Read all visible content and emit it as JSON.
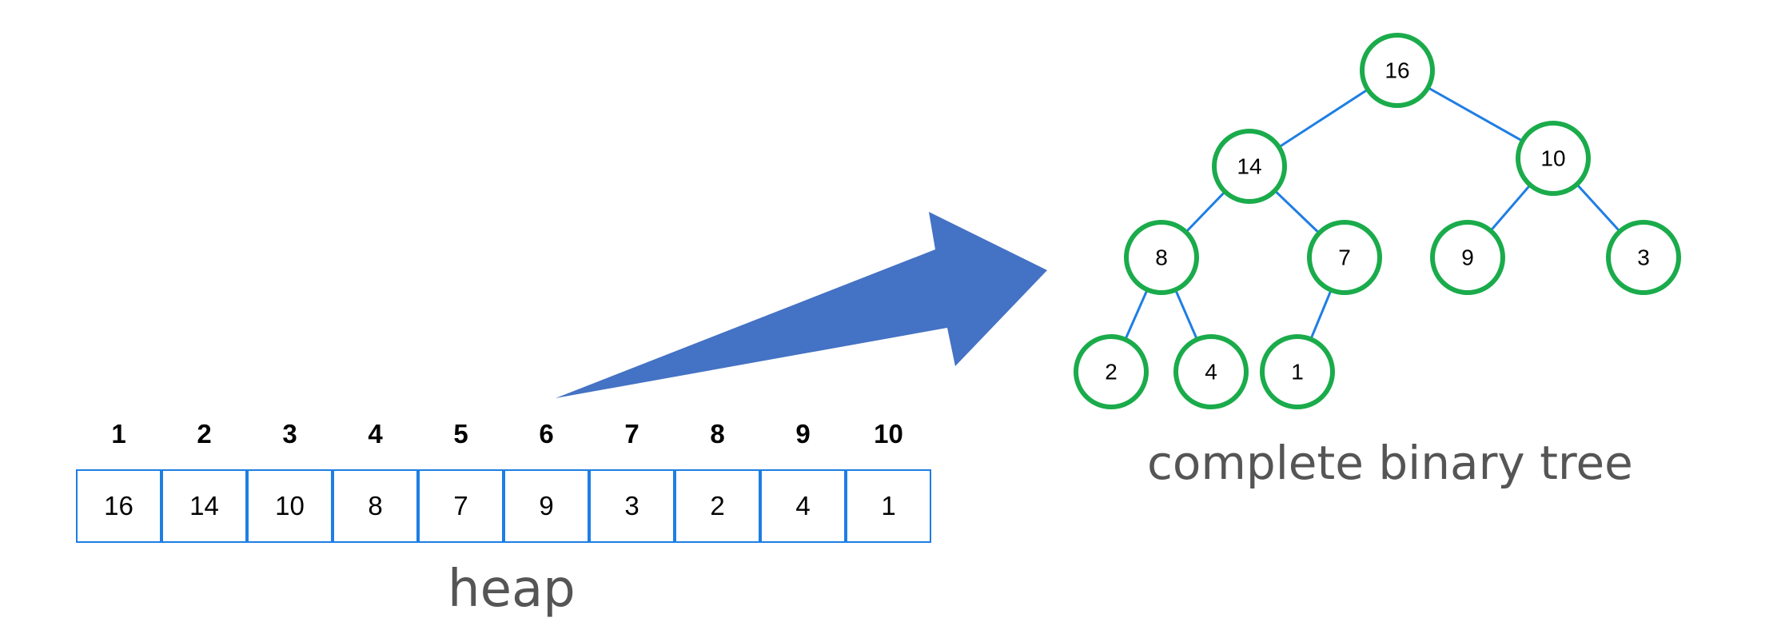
{
  "heap_label": "heap",
  "tree_label": "complete binary tree",
  "indices": [
    "1",
    "2",
    "3",
    "4",
    "5",
    "6",
    "7",
    "8",
    "9",
    "10"
  ],
  "array_values": [
    "16",
    "14",
    "10",
    "8",
    "7",
    "9",
    "3",
    "2",
    "4",
    "1"
  ],
  "tree_nodes": [
    {
      "id": "n1",
      "value": "16"
    },
    {
      "id": "n2",
      "value": "14"
    },
    {
      "id": "n3",
      "value": "10"
    },
    {
      "id": "n4",
      "value": "8"
    },
    {
      "id": "n5",
      "value": "7"
    },
    {
      "id": "n6",
      "value": "9"
    },
    {
      "id": "n7",
      "value": "3"
    },
    {
      "id": "n8",
      "value": "2"
    },
    {
      "id": "n9",
      "value": "4"
    },
    {
      "id": "n10",
      "value": "1"
    }
  ],
  "tree_edges": [
    [
      "n1",
      "n2"
    ],
    [
      "n1",
      "n3"
    ],
    [
      "n2",
      "n4"
    ],
    [
      "n2",
      "n5"
    ],
    [
      "n3",
      "n6"
    ],
    [
      "n3",
      "n7"
    ],
    [
      "n4",
      "n8"
    ],
    [
      "n4",
      "n9"
    ],
    [
      "n5",
      "n10"
    ]
  ],
  "colors": {
    "array_border": "#1e7ee4",
    "edge": "#1e7ee4",
    "node_stroke": "#1aab4b",
    "arrow_fill": "#4472c4",
    "caption": "#555555"
  }
}
